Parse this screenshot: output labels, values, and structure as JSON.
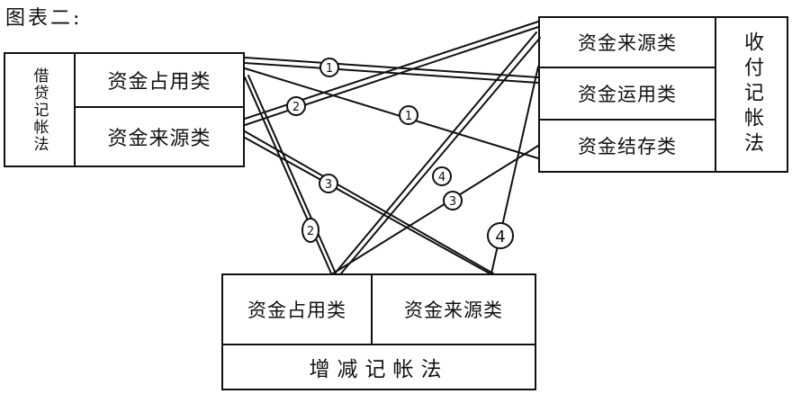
{
  "title": "图表二:",
  "left_method": {
    "label": "借贷记帐法",
    "cells": [
      "资金占用类",
      "资金来源类"
    ]
  },
  "right_method": {
    "label": "收付记帐法",
    "cells": [
      "资金来源类",
      "资金运用类",
      "资金结存类"
    ]
  },
  "bottom_method": {
    "label": "增减记帐法",
    "cells": [
      "资金占用类",
      "资金来源类"
    ]
  },
  "connector_markers": [
    "1",
    "1",
    "2",
    "2",
    "3",
    "3",
    "4",
    "4"
  ]
}
